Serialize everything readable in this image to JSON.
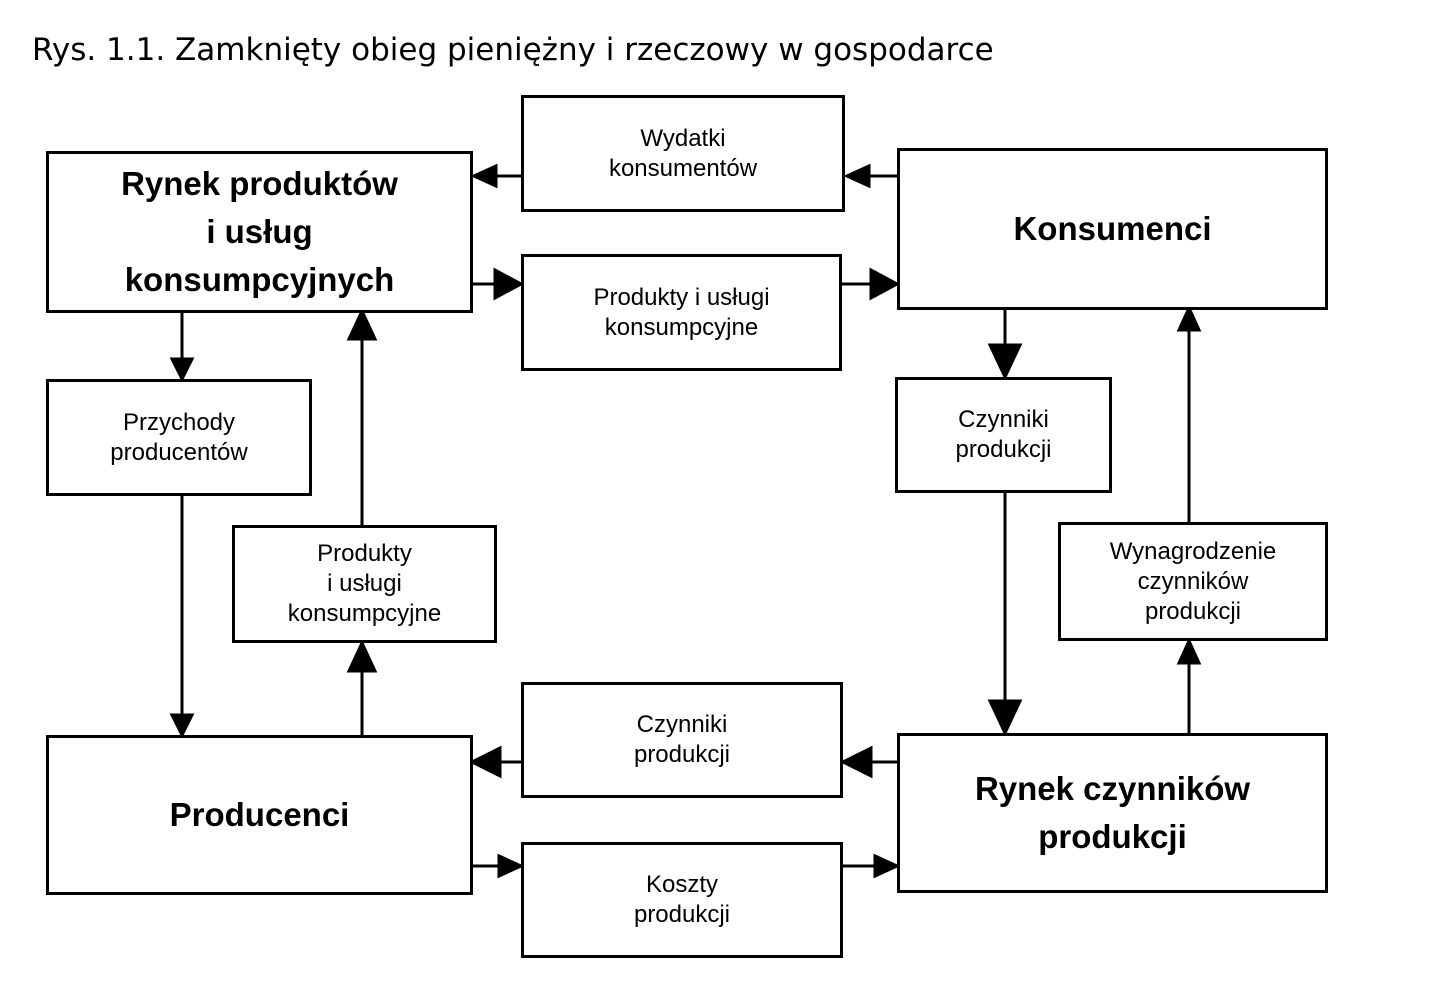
{
  "caption": "Rys. 1.1. Zamknięty obieg pieniężny i rzeczowy w gospodarce",
  "nodes": {
    "rynek_produktow": "Rynek produktów\ni usług\nkonsumpcyjnych",
    "konsumenci": "Konsumenci",
    "producenci": "Producenci",
    "rynek_czynnikow": "Rynek czynników\nprodukcji",
    "wydatki_konsumentow": "Wydatki\nkonsumentów",
    "produkty_uslugi_top": "Produkty i usługi\nkonsumpcyjne",
    "przychody_producentow": "Przychody\nproducentów",
    "produkty_uslugi_left": "Produkty\ni usługi\nkonsumpcyjne",
    "czynniki_right": "Czynniki\nprodukcji",
    "wynagrodzenie": "Wynagrodzenie\nczynników\nprodukcji",
    "czynniki_bottom": "Czynniki\nprodukcji",
    "koszty_produkcji": "Koszty\nprodukcji"
  }
}
